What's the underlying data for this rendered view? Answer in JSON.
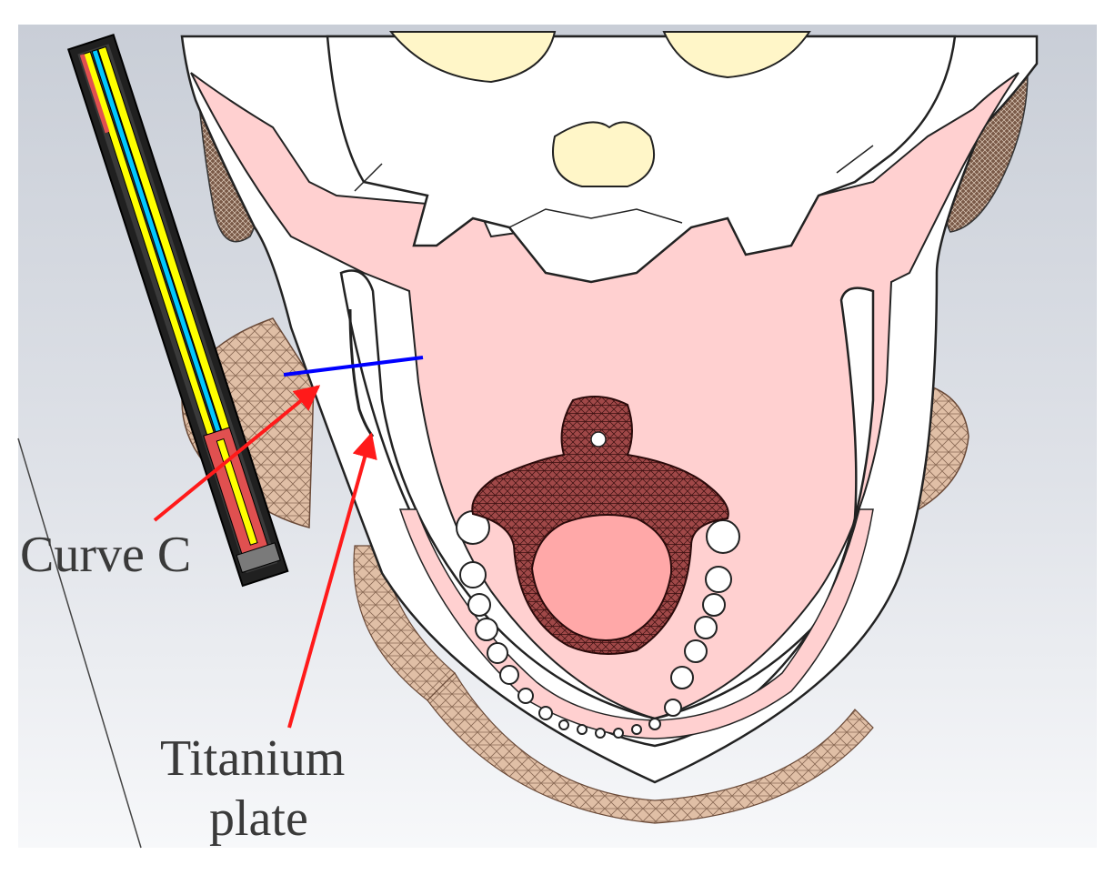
{
  "labels": {
    "curve": "Curve C",
    "titanium_line1": "Titanium",
    "titanium_line2": "plate"
  },
  "colors": {
    "arrow": "#ff1a1a",
    "curve_line": "#0000ff",
    "soft_tissue": "#ffd0d0",
    "bone": "#ffffff",
    "mesh": "#dcb8a0",
    "tongue": "#ffa8a8",
    "tongue_mesh": "#8a3a3a",
    "implant_yellow": "#ffff00",
    "implant_cyan": "#00c8ff",
    "implant_red": "#e05050",
    "cavity": "#fff6c8"
  }
}
